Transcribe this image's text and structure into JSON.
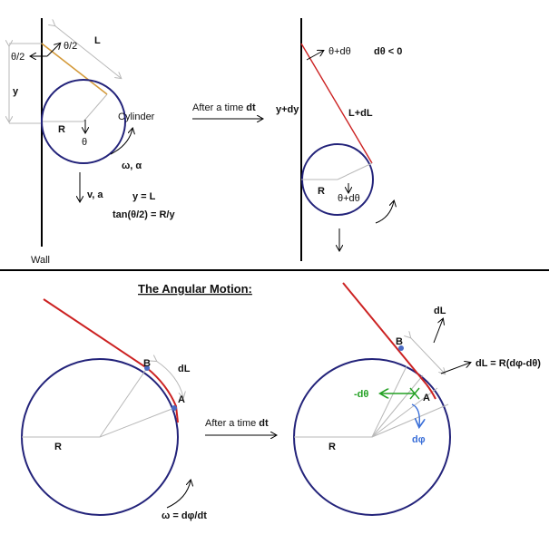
{
  "colors": {
    "circle": "#23237a",
    "rope": "#cc2222",
    "rope_short": "#d49a3a",
    "guide": "#b8b8b8",
    "wall": "#000000",
    "point": "#4a6bc4",
    "green": "#22a022",
    "blue": "#3a6fd8"
  },
  "top_left": {
    "theta_half_left": "θ/2",
    "theta_half_top": "θ/2",
    "L": "L",
    "y": "y",
    "R": "R",
    "theta": "θ",
    "cylinder": "Cylinder",
    "omega_alpha": "ω, α",
    "v_a": "v, a",
    "y_eq_L": "y = L",
    "tan_relation": "tan(θ/2) = R/y",
    "wall": "Wall"
  },
  "transition_top": {
    "prefix": "After a time ",
    "bold": "dt"
  },
  "top_right": {
    "theta_dtheta": "θ+dθ",
    "dtheta_lt_0": "dθ < 0",
    "y_dy": "y+dy",
    "L_dL": "L+dL",
    "R": "R",
    "theta_dtheta_lower": "θ+dθ"
  },
  "section_title": "The Angular Motion:",
  "bottom_left": {
    "B": "B",
    "A": "A",
    "dL": "dL",
    "R": "R",
    "omega_eq": "ω = dφ/dt"
  },
  "transition_bottom": {
    "prefix": "After a time ",
    "bold": "dt"
  },
  "bottom_right": {
    "dL_top": "dL",
    "B": "B",
    "dL_eq": "dL = R(dφ-dθ)",
    "minus_dtheta": "-dθ",
    "A": "A",
    "dphi": "dφ",
    "R": "R"
  }
}
